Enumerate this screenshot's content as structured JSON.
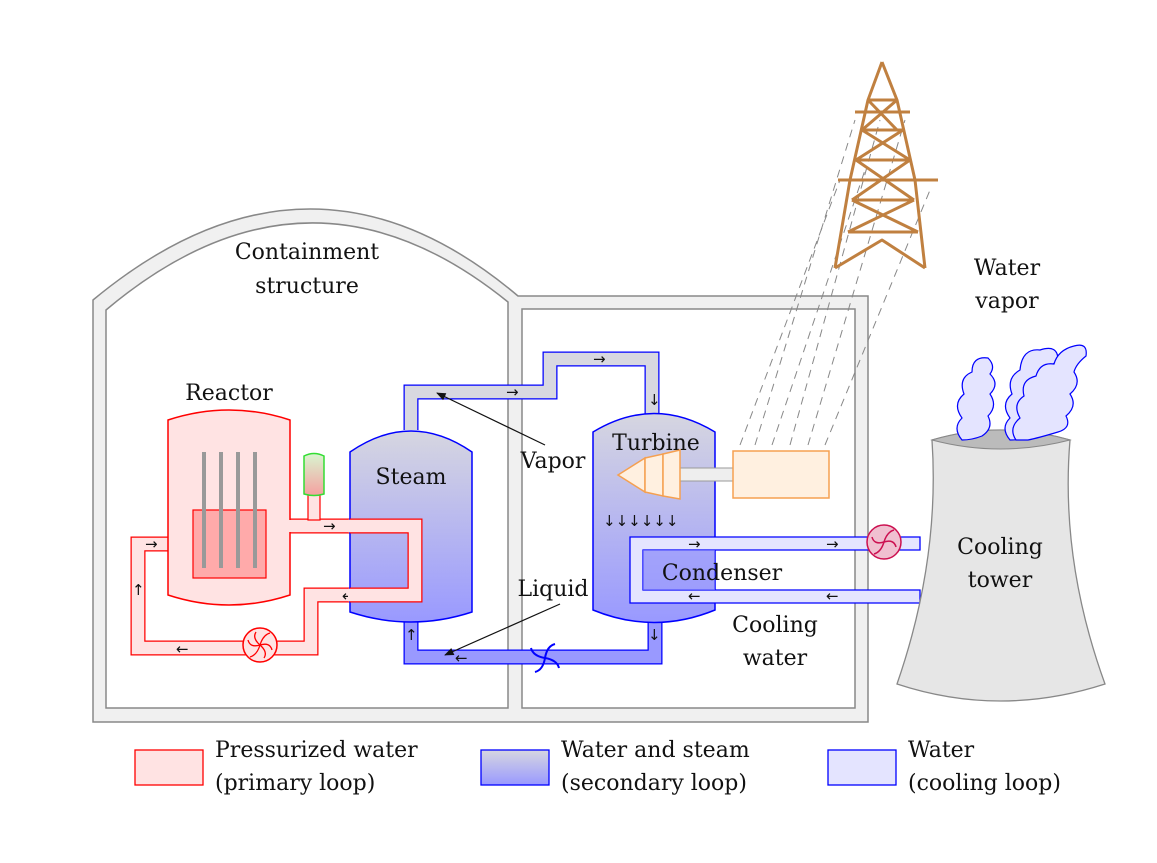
{
  "labels": {
    "containment_1": "Containment",
    "containment_2": "structure",
    "reactor": "Reactor",
    "steam": "Steam",
    "vapor": "Vapor",
    "liquid": "Liquid",
    "turbine": "Turbine",
    "condenser": "Condenser",
    "cooling_water_1": "Cooling",
    "cooling_water_2": "water",
    "water_vapor_1": "Water",
    "water_vapor_2": "vapor",
    "cooling_tower_1": "Cooling",
    "cooling_tower_2": "tower"
  },
  "legend": [
    {
      "line1": "Pressurized water",
      "line2": "(primary loop)",
      "color": "#ffe3e3",
      "stroke": "#ff0000"
    },
    {
      "line1": "Water and steam",
      "line2": "(secondary loop)",
      "color": "#a0a0f8",
      "stroke": "#0000ff"
    },
    {
      "line1": "Water",
      "line2": "(cooling loop)",
      "color": "#e4e4ff",
      "stroke": "#0000ff"
    }
  ],
  "colors": {
    "primary": "#ff0000",
    "primary_fill": "#ffe3e3",
    "secondary": "#0000ff",
    "secondary_fill": "#9999ff",
    "cooling_fill": "#e4e4ff",
    "pylon": "#c08040",
    "generator": "#f5a050"
  }
}
